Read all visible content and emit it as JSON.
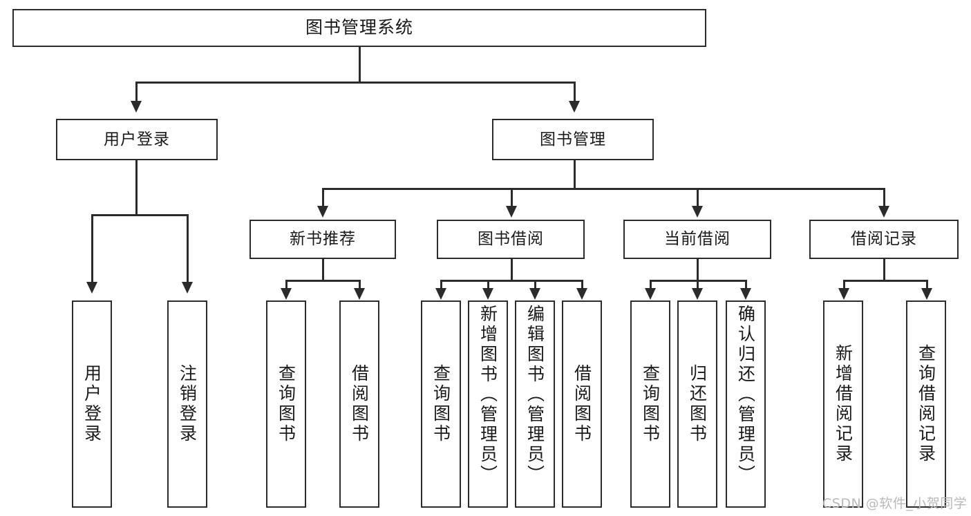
{
  "diagram": {
    "title": "图书管理系统",
    "type": "tree-hierarchy-chart",
    "root": {
      "label": "图书管理系统"
    },
    "level2": [
      {
        "id": "user-login",
        "label": "用户登录"
      },
      {
        "id": "book-management",
        "label": "图书管理"
      }
    ],
    "level3": [
      {
        "id": "new-book-recommend",
        "label": "新书推荐"
      },
      {
        "id": "book-borrow",
        "label": "图书借阅"
      },
      {
        "id": "current-borrow",
        "label": "当前借阅"
      },
      {
        "id": "borrow-record",
        "label": "借阅记录"
      }
    ],
    "leaves": {
      "user_login": [
        {
          "id": "leaf-user-login",
          "label": "用户登录"
        },
        {
          "id": "leaf-logout-login",
          "label": "注销登录"
        }
      ],
      "new_book_recommend": [
        {
          "id": "leaf-query-book-1",
          "label": "查询图书"
        },
        {
          "id": "leaf-borrow-book-1",
          "label": "借阅图书"
        }
      ],
      "book_borrow": [
        {
          "id": "leaf-query-book-2",
          "label": "查询图书"
        },
        {
          "id": "leaf-add-book",
          "label": "新增图书（管理员）"
        },
        {
          "id": "leaf-edit-book",
          "label": "编辑图书（管理员）"
        },
        {
          "id": "leaf-borrow-book-2",
          "label": "借阅图书"
        }
      ],
      "current_borrow": [
        {
          "id": "leaf-query-book-3",
          "label": "查询图书"
        },
        {
          "id": "leaf-return-book",
          "label": "归还图书"
        },
        {
          "id": "leaf-confirm-return",
          "label": "确认归还（管理员）"
        }
      ],
      "borrow_record": [
        {
          "id": "leaf-add-record",
          "label": "新增借阅记录"
        },
        {
          "id": "leaf-query-record",
          "label": "查询借阅记录"
        }
      ]
    }
  },
  "watermark": {
    "text": "CSDN @软件_小贺同学"
  },
  "colors": {
    "stroke": "#2b2b2b",
    "background": "#ffffff",
    "text": "#1a1a1a",
    "watermark": "#b9b9b9"
  }
}
